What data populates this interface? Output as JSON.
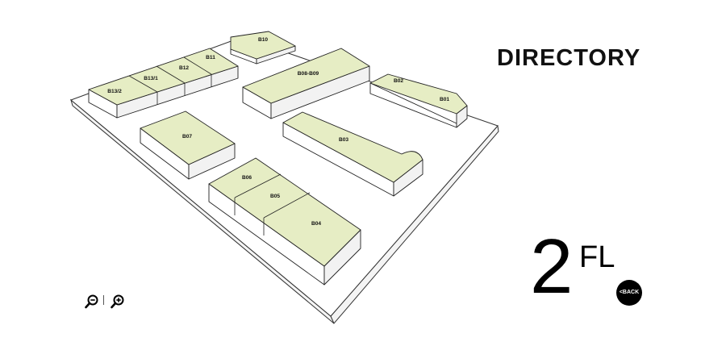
{
  "header": {
    "title": "DIRECTORY"
  },
  "floor": {
    "number": "2",
    "suffix": "FL"
  },
  "navigation": {
    "back_label": "<BACK"
  },
  "zoom": {
    "zoom_out": "zoom-out-icon",
    "zoom_in": "zoom-in-icon"
  },
  "colors": {
    "unit_fill": "#e6edc4",
    "background": "#ffffff",
    "back_button": "#000000"
  },
  "units": {
    "b01": "B01",
    "b02": "B02",
    "b03": "B03",
    "b04": "B04",
    "b05": "B05",
    "b06": "B06",
    "b07": "B07",
    "b08_b09": "B08-B09",
    "b10": "B10",
    "b11": "B11",
    "b12": "B12",
    "b13_1": "B13/1",
    "b13_2": "B13/2"
  }
}
